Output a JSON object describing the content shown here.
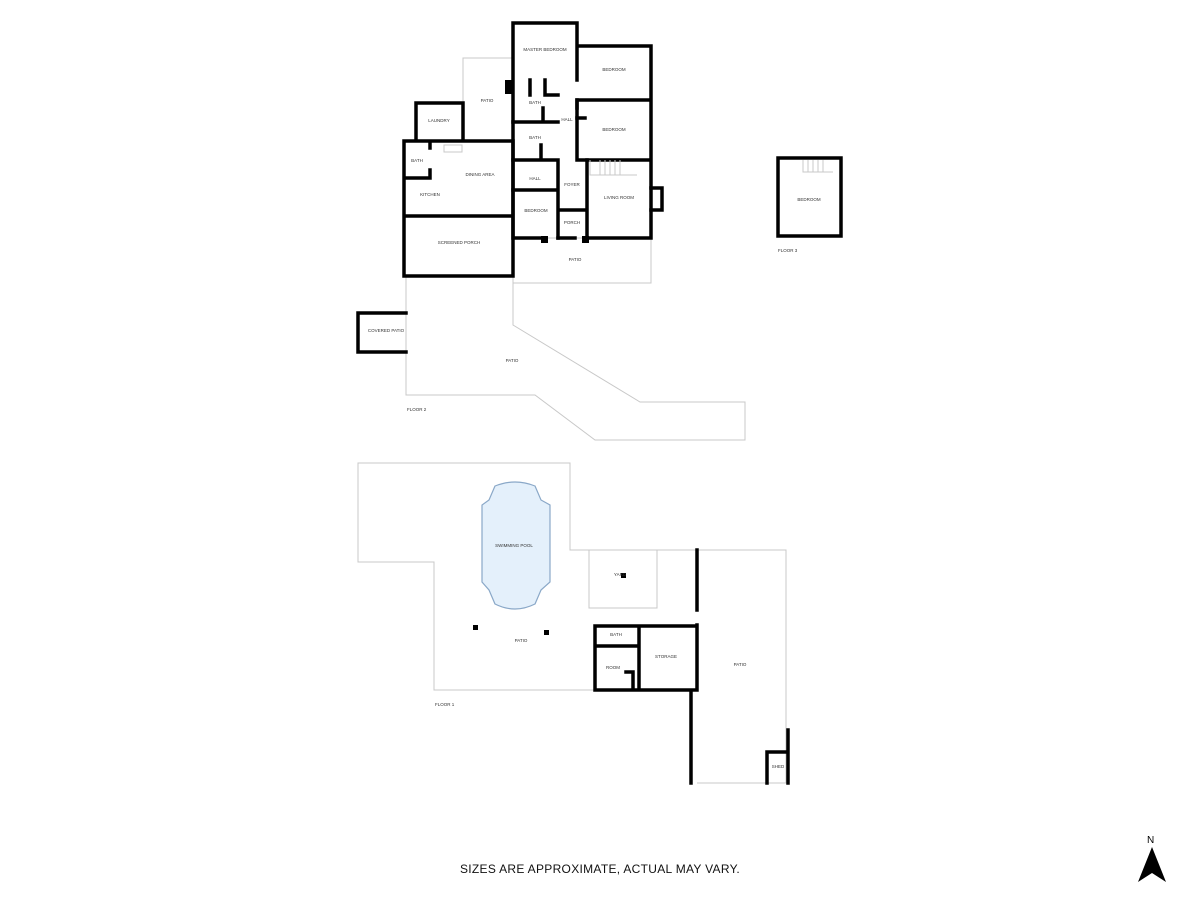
{
  "floors": {
    "floor2": {
      "label": "FLOOR 2",
      "rooms": {
        "master_bedroom": "MASTER BEDROOM",
        "bedroom_1": "BEDROOM",
        "bedroom_2": "BEDROOM",
        "patio_top": "PATIO",
        "laundry": "LAUNDRY",
        "bath_1": "BATH",
        "bath_2": "BATH",
        "bath_3": "BATH",
        "hall_1": "HALL",
        "hall_2": "HALL",
        "dining_area": "DINING AREA",
        "kitchen": "KITCHEN",
        "foyer": "FOYER",
        "living_room": "LIVING ROOM",
        "bedroom_3": "BEDROOM",
        "porch": "PORCH",
        "screened_porch": "SCREENED PORCH",
        "patio_front": "PATIO",
        "covered_patio": "COVERED PATIO",
        "patio_large": "PATIO"
      }
    },
    "floor3": {
      "label": "FLOOR 3",
      "rooms": {
        "bedroom": "BEDROOM"
      }
    },
    "floor1": {
      "label": "FLOOR 1",
      "rooms": {
        "swimming_pool": "SWIMMING POOL",
        "yard": "YARD",
        "patio_left": "PATIO",
        "bath": "BATH",
        "room": "ROOM",
        "storage": "STORAGE",
        "patio_right": "PATIO",
        "shed": "SHED"
      }
    }
  },
  "colors": {
    "pool_fill": "#e4f0fb",
    "wall": "#000000",
    "outline": "#c8c8c8"
  },
  "footer": {
    "disclaimer": "SIZES ARE APPROXIMATE, ACTUAL MAY VARY."
  },
  "compass": {
    "label": "N",
    "icon": "north-arrow-icon"
  }
}
